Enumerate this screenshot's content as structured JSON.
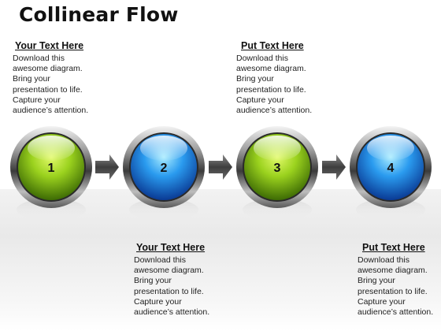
{
  "title": "Collinear Flow",
  "text_blocks": [
    {
      "heading": "Your Text Here",
      "lines": [
        "Download this",
        "awesome diagram.",
        "Bring your",
        "presentation to life.",
        "Capture your",
        "audience’s attention."
      ]
    },
    {
      "heading": "Put Text Here",
      "lines": [
        "Download this",
        "awesome diagram.",
        "Bring your",
        "presentation to life.",
        "Capture your",
        "audience’s attention."
      ]
    },
    {
      "heading": "Your Text Here",
      "lines": [
        "Download this",
        "awesome diagram.",
        "Bring your",
        "presentation to life.",
        "Capture your",
        "audience’s attention."
      ]
    },
    {
      "heading": "Put Text Here",
      "lines": [
        "Download this",
        "awesome diagram.",
        "Bring your",
        "presentation to life.",
        "Capture your",
        "audience’s attention."
      ]
    }
  ],
  "nodes": [
    {
      "label": "1",
      "color": "green"
    },
    {
      "label": "2",
      "color": "blue"
    },
    {
      "label": "3",
      "color": "green"
    },
    {
      "label": "4",
      "color": "blue"
    }
  ],
  "colors": {
    "green_light": "#d6f25a",
    "green_mid": "#8cc61a",
    "green_dark": "#3f6e05",
    "blue_light": "#8fe2ff",
    "blue_mid": "#1e8fe6",
    "blue_dark": "#0a3f9e",
    "arrow": "#555555"
  }
}
